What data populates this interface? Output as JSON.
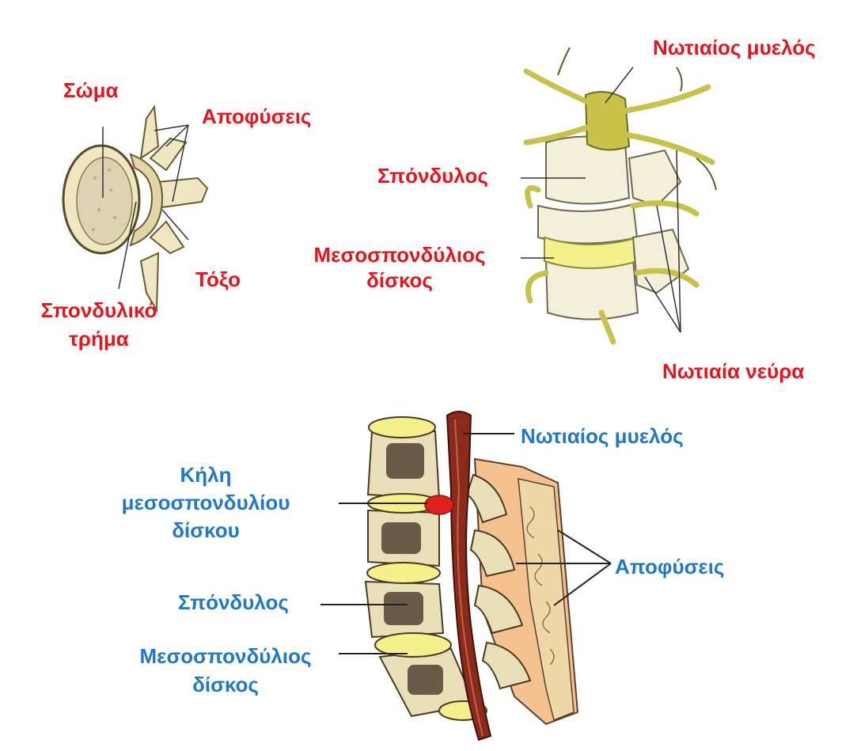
{
  "colors": {
    "top_label": "#e8141b",
    "bottom_label": "#1f78c8",
    "bone": "#efe6c2",
    "nerve": "#c8c24a",
    "disc": "#f6f08a",
    "cord": "#8a2a1a",
    "herniation": "#e0201a",
    "process": "#f5c28f"
  },
  "vertebra_top_view": {
    "soma": "Σώμα",
    "apofyseis": "Αποφύσεις",
    "toxo": "Τόξο",
    "trima_line1": "Σπονδυλικό",
    "trima_line2": "τρήμα"
  },
  "spinal_segment": {
    "notiaios_myelos": "Νωτιαίος μυελός",
    "spondylos": "Σπόνδυλος",
    "disc_line1": "Μεσοσπονδύλιος",
    "disc_line2": "δίσκος",
    "notiaia_neyra": "Νωτιαία νεύρα"
  },
  "sagittal_view": {
    "notiaios_myelos": "Νωτιαίος μυελός",
    "kili_line1": "Κήλη",
    "kili_line2": "μεσοσπονδυλίου",
    "kili_line3": "δίσκου",
    "apofyseis": "Αποφύσεις",
    "spondylos": "Σπόνδυλος",
    "disc_line1": "Μεσοσπονδύλιος",
    "disc_line2": "δίσκος"
  }
}
